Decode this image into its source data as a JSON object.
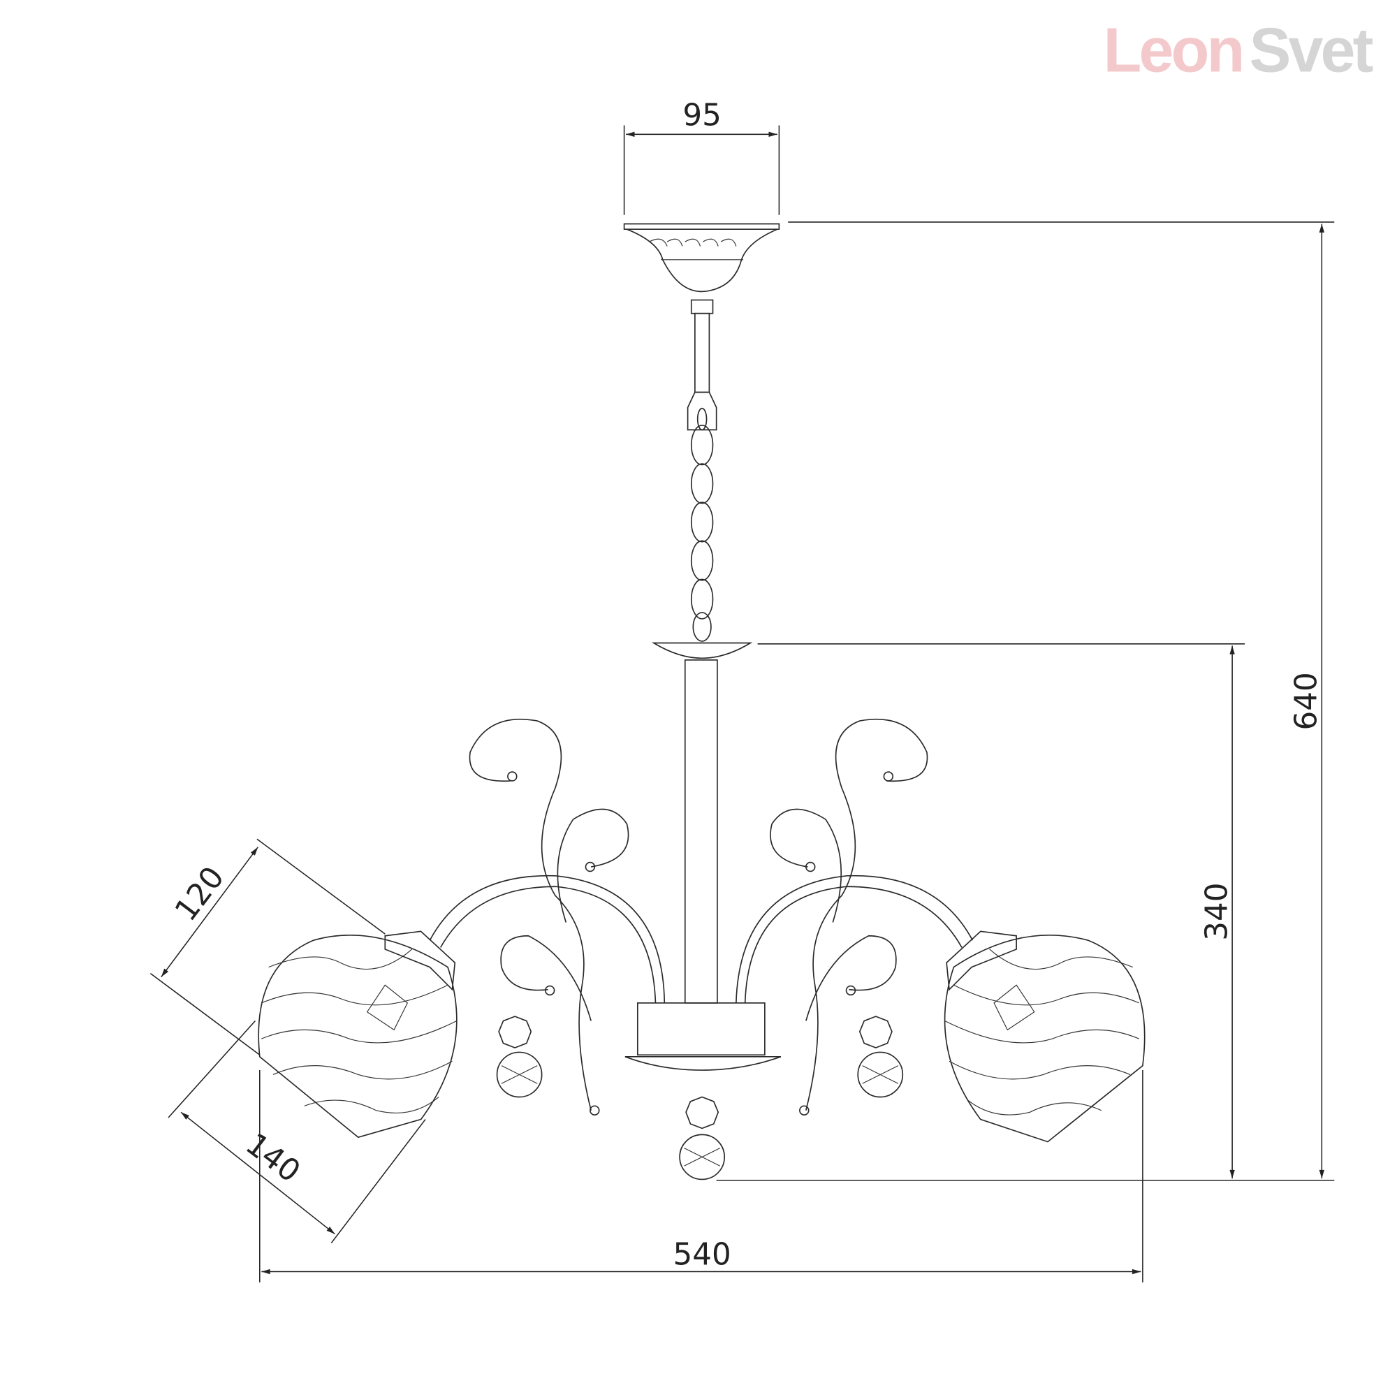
{
  "logo": {
    "text_part1": "Leon",
    "text_part2": "Svet",
    "color1": "#f4c9cc",
    "color2": "#d5d5d5"
  },
  "dimensions": {
    "canopy_width": "95",
    "total_height": "640",
    "body_height": "340",
    "shade_height": "120",
    "shade_width": "140",
    "total_width": "540"
  }
}
